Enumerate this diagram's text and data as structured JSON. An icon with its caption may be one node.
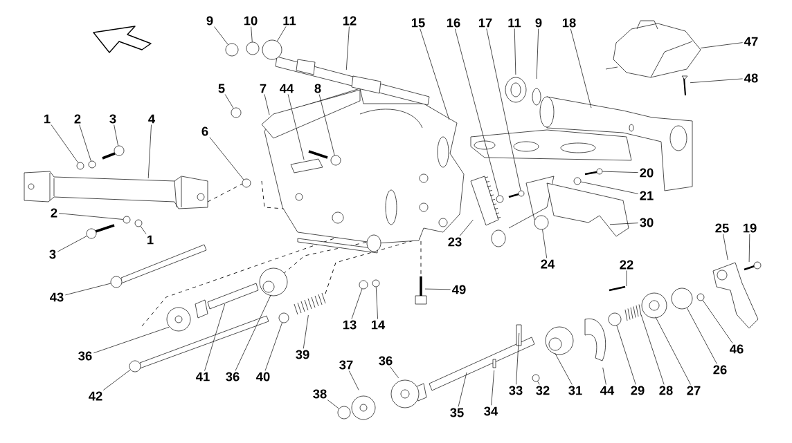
{
  "diagram": {
    "nodes": [
      {
        "text": [
          "9"
        ]
      },
      {
        "text": [
          "10"
        ]
      },
      {
        "text": [
          "11"
        ]
      },
      {
        "text": [
          "12"
        ]
      },
      {
        "text": [
          "15"
        ]
      },
      {
        "text": [
          "16"
        ]
      },
      {
        "text": [
          "17"
        ]
      },
      {
        "text": [
          "11"
        ]
      },
      {
        "text": [
          "9"
        ]
      },
      {
        "text": [
          "18"
        ]
      },
      {
        "text": [
          "47"
        ]
      },
      {
        "text": [
          "48"
        ]
      },
      {
        "text": [
          "5"
        ]
      },
      {
        "text": [
          "7"
        ]
      },
      {
        "text": [
          "44"
        ]
      },
      {
        "text": [
          "8"
        ]
      },
      {
        "text": [
          "1"
        ]
      },
      {
        "text": [
          "2"
        ]
      },
      {
        "text": [
          "3"
        ]
      },
      {
        "text": [
          "4"
        ]
      },
      {
        "text": [
          "6"
        ]
      },
      {
        "text": [
          "20"
        ]
      },
      {
        "text": [
          "21"
        ]
      },
      {
        "text": [
          "2"
        ]
      },
      {
        "text": [
          "1"
        ]
      },
      {
        "text": [
          "30"
        ]
      },
      {
        "text": [
          "23"
        ]
      },
      {
        "text": [
          "25"
        ]
      },
      {
        "text": [
          "19"
        ]
      },
      {
        "text": [
          "3"
        ]
      },
      {
        "text": [
          "24"
        ]
      },
      {
        "text": [
          "22"
        ]
      },
      {
        "text": [
          "49"
        ]
      },
      {
        "text": [
          "43"
        ]
      },
      {
        "text": [
          "13"
        ]
      },
      {
        "text": [
          "14"
        ]
      },
      {
        "text": [
          "46"
        ]
      },
      {
        "text": [
          "39"
        ]
      },
      {
        "text": [
          "36"
        ]
      },
      {
        "text": [
          "37"
        ]
      },
      {
        "text": [
          "26"
        ]
      },
      {
        "text": [
          "41"
        ]
      },
      {
        "text": [
          "36"
        ]
      },
      {
        "text": [
          "40"
        ]
      },
      {
        "text": [
          "33"
        ]
      },
      {
        "text": [
          "32"
        ]
      },
      {
        "text": [
          "31"
        ]
      },
      {
        "text": [
          "44"
        ]
      },
      {
        "text": [
          "29"
        ]
      },
      {
        "text": [
          "28"
        ]
      },
      {
        "text": [
          "27"
        ]
      },
      {
        "text": [
          "38"
        ]
      },
      {
        "text": [
          "42"
        ]
      },
      {
        "text": [
          "36"
        ]
      },
      {
        "text": [
          "34"
        ]
      },
      {
        "text": [
          "35"
        ]
      },
      {
        "text": [],
        "shape": "circle"
      },
      {
        "text": [],
        "shape": "circle"
      },
      {
        "text": [],
        "shape": "circle"
      },
      {
        "text": [],
        "shape": "circle"
      },
      {
        "text": [],
        "shape": "circle"
      },
      {
        "text": [],
        "shape": "circle"
      },
      {
        "text": [],
        "shape": "circle"
      },
      {
        "text": [],
        "shape": "circle"
      },
      {
        "text": [],
        "shape": "circle"
      },
      {
        "text": [],
        "shape": "circle"
      },
      {
        "text": [],
        "shape": "circle"
      },
      {
        "text": [],
        "shape": "circle"
      },
      {
        "text": [],
        "shape": "circle"
      },
      {
        "text": [],
        "shape": "circle"
      },
      {
        "text": [],
        "shape": "circle"
      },
      {
        "text": [],
        "shape": "circle"
      },
      {
        "text": [],
        "shape": "circle"
      },
      {
        "text": [],
        "shape": "circle"
      },
      {
        "text": [],
        "shape": "circle"
      },
      {
        "text": [],
        "shape": "circle"
      },
      {
        "text": [],
        "shape": "circle"
      },
      {
        "text": [],
        "shape": "circle"
      },
      {
        "text": [],
        "shape": "circle"
      },
      {
        "text": [],
        "shape": "circle"
      },
      {
        "text": [],
        "shape": "circle"
      },
      {
        "text": [],
        "shape": "circle"
      },
      {
        "text": [],
        "shape": "circle"
      }
    ],
    "edges": [
      {
        "from": 0,
        "to": 56,
        "arrow": "none"
      },
      {
        "from": 1,
        "to": 57,
        "arrow": "none"
      },
      {
        "from": 2,
        "to": 58,
        "arrow": "none"
      },
      {
        "from": 3,
        "to": null,
        "arrow": "none"
      },
      {
        "from": 4,
        "to": null,
        "arrow": "none"
      },
      {
        "from": 5,
        "to": 81,
        "arrow": "none"
      },
      {
        "from": 6,
        "to": 82,
        "arrow": "none"
      },
      {
        "from": 7,
        "to": null,
        "arrow": "none"
      },
      {
        "from": 8,
        "to": null,
        "arrow": "none"
      },
      {
        "from": 9,
        "to": null,
        "arrow": "none"
      },
      {
        "from": 10,
        "to": null,
        "arrow": "none"
      },
      {
        "from": 11,
        "to": null,
        "arrow": "none"
      },
      {
        "from": 12,
        "to": 59,
        "arrow": "none"
      },
      {
        "from": 13,
        "to": null,
        "arrow": "none"
      },
      {
        "from": 14,
        "to": null,
        "arrow": "none"
      },
      {
        "from": 15,
        "to": 60,
        "arrow": "none"
      },
      {
        "from": 16,
        "to": 61,
        "arrow": "none"
      },
      {
        "from": 17,
        "to": 62,
        "arrow": "none"
      },
      {
        "from": 18,
        "to": 63,
        "arrow": "none"
      },
      {
        "from": 19,
        "to": null,
        "arrow": "none"
      },
      {
        "from": 20,
        "to": 64,
        "arrow": "none"
      },
      {
        "from": 21,
        "to": 65,
        "arrow": "none"
      },
      {
        "from": 22,
        "to": 66,
        "arrow": "none"
      },
      {
        "from": 23,
        "to": 67,
        "arrow": "none"
      },
      {
        "from": 24,
        "to": 68,
        "arrow": "none"
      },
      {
        "from": 25,
        "to": null,
        "arrow": "none"
      },
      {
        "from": 26,
        "to": null,
        "arrow": "none"
      },
      {
        "from": 27,
        "to": null,
        "arrow": "none"
      },
      {
        "from": 28,
        "to": null,
        "arrow": "none"
      },
      {
        "from": 29,
        "to": 69,
        "arrow": "none"
      },
      {
        "from": 30,
        "to": 70,
        "arrow": "none"
      },
      {
        "from": 31,
        "to": null,
        "arrow": "none"
      },
      {
        "from": 32,
        "to": null,
        "arrow": "none"
      },
      {
        "from": 33,
        "to": 71,
        "arrow": "none"
      },
      {
        "from": 34,
        "to": 72,
        "arrow": "none"
      },
      {
        "from": 35,
        "to": 73,
        "arrow": "none"
      },
      {
        "from": 36,
        "to": 74,
        "arrow": "none"
      },
      {
        "from": 37,
        "to": null,
        "arrow": "none"
      },
      {
        "from": 38,
        "to": null,
        "arrow": "none"
      },
      {
        "from": 39,
        "to": null,
        "arrow": "none"
      },
      {
        "from": 40,
        "to": 75,
        "arrow": "none"
      },
      {
        "from": 41,
        "to": null,
        "arrow": "none"
      },
      {
        "from": 42,
        "to": null,
        "arrow": "none"
      },
      {
        "from": 43,
        "to": 76,
        "arrow": "none"
      },
      {
        "from": 44,
        "to": null,
        "arrow": "none"
      },
      {
        "from": 45,
        "to": 77,
        "arrow": "none"
      },
      {
        "from": 46,
        "to": null,
        "arrow": "none"
      },
      {
        "from": 47,
        "to": null,
        "arrow": "none"
      },
      {
        "from": 48,
        "to": 78,
        "arrow": "none"
      },
      {
        "from": 49,
        "to": null,
        "arrow": "none"
      },
      {
        "from": 50,
        "to": null,
        "arrow": "none"
      },
      {
        "from": 51,
        "to": 79,
        "arrow": "none"
      },
      {
        "from": 52,
        "to": 80,
        "arrow": "none"
      },
      {
        "from": 53,
        "to": null,
        "arrow": "none"
      },
      {
        "from": 54,
        "to": null,
        "arrow": "none"
      },
      {
        "from": 55,
        "to": null,
        "arrow": "none"
      }
    ]
  }
}
